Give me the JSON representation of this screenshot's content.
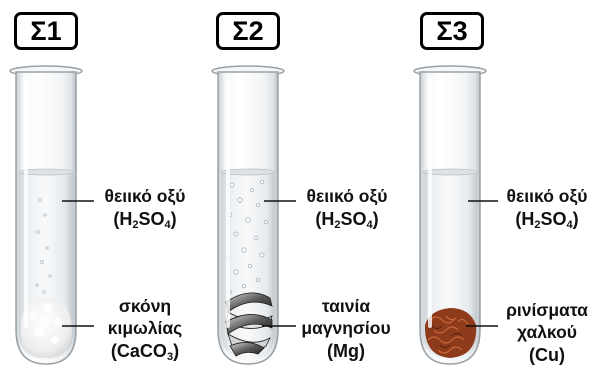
{
  "tubes": [
    {
      "label": "Σ1",
      "acid": {
        "name": "θειικό οξύ",
        "formula_pre": "(H",
        "formula_sub1": "2",
        "formula_mid": "SO",
        "formula_sub2": "4",
        "formula_post": ")"
      },
      "solid": {
        "line1": "σκόνη",
        "line2": "κιμωλίας",
        "formula_pre": "(CaCO",
        "formula_sub": "3",
        "formula_post": ")"
      }
    },
    {
      "label": "Σ2",
      "acid": {
        "name": "θειικό οξύ",
        "formula_pre": "(H",
        "formula_sub1": "2",
        "formula_mid": "SO",
        "formula_sub2": "4",
        "formula_post": ")"
      },
      "solid": {
        "line1": "ταινία",
        "line2": "μαγνησίου",
        "formula": "(Mg)"
      }
    },
    {
      "label": "Σ3",
      "acid": {
        "name": "θειικό οξύ",
        "formula_pre": "(H",
        "formula_sub1": "2",
        "formula_mid": "SO",
        "formula_sub2": "4",
        "formula_post": ")"
      },
      "solid": {
        "line1": "ρινίσματα",
        "line2": "χαλκού",
        "formula": "(Cu)"
      }
    }
  ],
  "colors": {
    "chalk": "#f2f2f2",
    "magnesium": "#6b6b6b",
    "copper": "#b0532a",
    "liquid": "#eef2f4"
  }
}
